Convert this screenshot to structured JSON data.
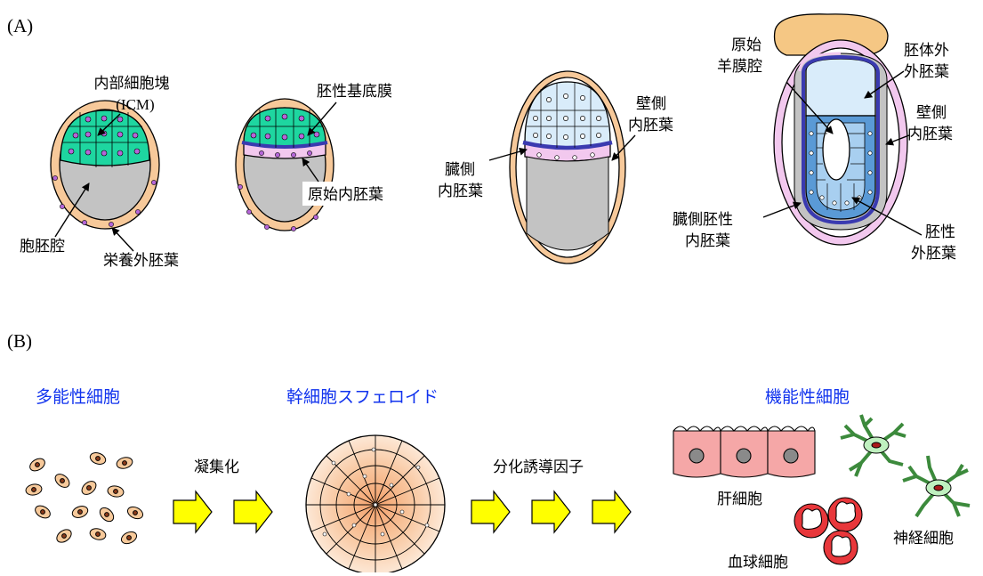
{
  "panel_a": {
    "label": "(A)",
    "labels": {
      "icm": "内部細胞塊",
      "icm_abbr": "(ICM)",
      "blastocoel": "胞胚腔",
      "trophectoderm": "栄養外胚葉",
      "epiblast_bm": "胚性基底膜",
      "primitive_endoderm": "原始内胚葉",
      "parietal_endoderm_1": "壁側",
      "parietal_endoderm_2": "内胚葉",
      "visceral_endoderm_1": "臓側",
      "visceral_endoderm_2": "内胚葉",
      "pro_amniotic_1": "原始",
      "pro_amniotic_2": "羊膜腔",
      "extraembryonic_ecto_1": "胚体外",
      "extraembryonic_ecto_2": "外胚葉",
      "parietal_endoderm_b_1": "壁側",
      "parietal_endoderm_b_2": "内胚葉",
      "visceral_embryonic_1": "臓側胚性",
      "visceral_embryonic_2": "内胚葉",
      "embryonic_ecto_1": "胚性",
      "embryonic_ecto_2": "外胚葉"
    }
  },
  "panel_b": {
    "label": "(B)",
    "pluripotent": "多能性細胞",
    "spheroid": "幹細胞スフェロイド",
    "functional": "機能性細胞",
    "aggregation": "凝集化",
    "differentiation": "分化誘導因子",
    "hepatocyte": "肝細胞",
    "neuron": "神経細胞",
    "blood": "血球細胞"
  },
  "colors": {
    "icm_green": "#1ed6a0",
    "troph_orange": "#f7c99a",
    "cavity_gray": "#c3c3c3",
    "pe_pink": "#f2c8ee",
    "bm_blue": "#3a3ab0",
    "epi_lightblue": "#d9ecfa",
    "exe_orange": "#f5c784",
    "arrow_yellow": "#ffff00",
    "title_blue": "#1133ee"
  }
}
